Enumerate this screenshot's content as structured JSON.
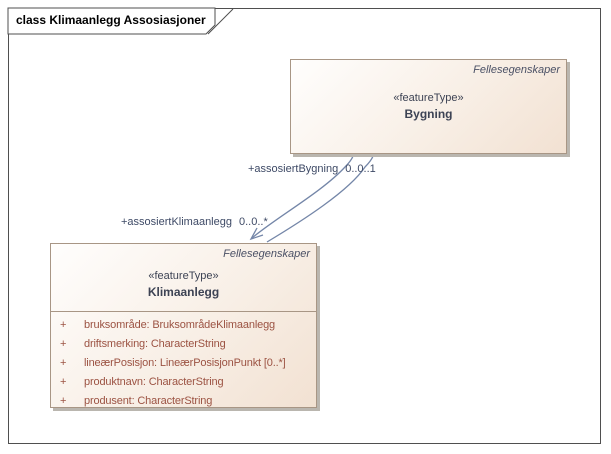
{
  "frame": {
    "title": "class Klimaanlegg Assosiasjoner"
  },
  "classes": [
    {
      "package": "Fellesegenskaper",
      "stereotype": "«featureType»",
      "name": "Bygning",
      "attributes": []
    },
    {
      "package": "Fellesegenskaper",
      "stereotype": "«featureType»",
      "name": "Klimaanlegg",
      "attributes": [
        {
          "visibility": "+",
          "text": "bruksområde: BruksområdeKlimaanlegg"
        },
        {
          "visibility": "+",
          "text": "driftsmerking: CharacterString"
        },
        {
          "visibility": "+",
          "text": "lineærPosisjon: LineærPosisjonPunkt [0..*]"
        },
        {
          "visibility": "+",
          "text": "produktnavn: CharacterString"
        },
        {
          "visibility": "+",
          "text": "produsent: CharacterString"
        }
      ]
    }
  ],
  "associations": [
    {
      "role": "+assosiertBygning",
      "multiplicity": "0..0..1"
    },
    {
      "role": "+assosiertKlimaanlegg",
      "multiplicity": "0..0..*"
    }
  ],
  "colors": {
    "box_gradient_start": "#fffefd",
    "box_gradient_end": "#f2e1d2",
    "box_border": "#a89685",
    "attribute_text": "#9c5343",
    "class_name_text": "#3d4354",
    "package_text": "#4a5065",
    "association_line": "#7486a8",
    "association_label": "#3e4a66",
    "frame_border": "#4f4f4f",
    "shadow": "#bab6af"
  }
}
